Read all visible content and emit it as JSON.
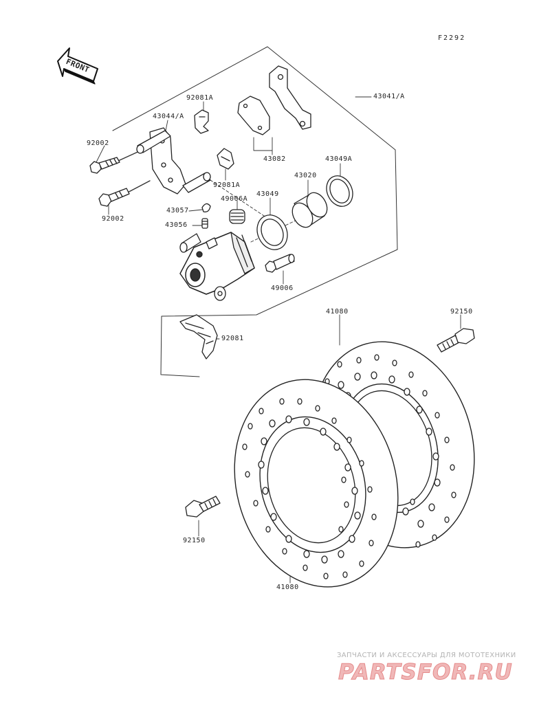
{
  "figure_code": "F2292",
  "direction_label": "FRONT",
  "part_labels": {
    "caliper_assy": "43041/A",
    "pad_spring_a_top": "92081A",
    "bracket": "43044/A",
    "bolt_upper": "92002",
    "bolt_lower": "92002",
    "pad_set": "43082",
    "seal_a": "43049A",
    "piston": "43020",
    "pad_spring_a_mid": "92081A",
    "bleeder_cap": "43057",
    "boot_a": "49006A",
    "seal": "43049",
    "bleeder_valve": "43056",
    "pin_bolt": "49006",
    "pad_spring": "92081",
    "disc_rear": "41080",
    "disc_bolt_right": "92150",
    "disc_bolt_left": "92150",
    "disc_front": "41080"
  },
  "watermark": {
    "tagline": "ЗАПЧАСТИ И АКСЕССУАРЫ ДЛЯ МОТОТЕХНИКИ",
    "logo": "PARTSFOR.RU"
  }
}
